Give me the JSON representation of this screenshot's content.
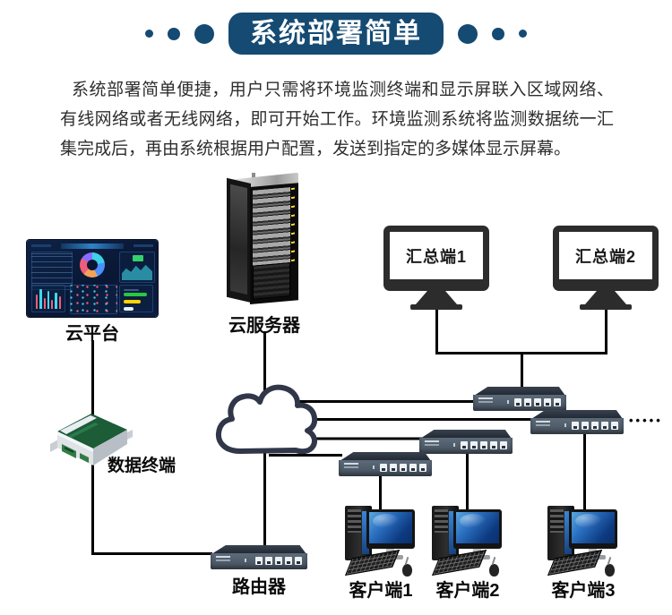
{
  "header": {
    "title": "系统部署简单",
    "accent_color": "#154a72"
  },
  "intro": {
    "text": "系统部署简单便捷，用户只需将环境监测终端和显示屏联入区域网络、有线网络或者无线网络，即可开始工作。环境监测系统将监测数据统一汇集完成后，再由系统根据用户配置，发送到指定的多媒体显示屏幕。"
  },
  "diagram": {
    "nodes": {
      "cloud_platform": {
        "label": "云平台"
      },
      "cloud_server": {
        "label": "云服务器"
      },
      "aggregator1": {
        "label": "汇总端1"
      },
      "aggregator2": {
        "label": "汇总端2"
      },
      "data_terminal": {
        "label": "数据终端"
      },
      "internet_cloud": {
        "label": ""
      },
      "router": {
        "label": "路由器"
      },
      "client1": {
        "label": "客户端1"
      },
      "client2": {
        "label": "客户端2"
      },
      "client3": {
        "label": "客户端3"
      },
      "more_devices": {
        "label": "•••••"
      }
    },
    "edges": [
      [
        "cloud_platform",
        "router"
      ],
      [
        "cloud_server",
        "internet_cloud"
      ],
      [
        "internet_cloud",
        "router"
      ],
      [
        "internet_cloud",
        "lan_switch_1"
      ],
      [
        "internet_cloud",
        "lan_switch_2"
      ],
      [
        "internet_cloud",
        "lan_switch_3"
      ],
      [
        "internet_cloud",
        "lan_switch_4"
      ],
      [
        "aggregator1",
        "lan_switch_1"
      ],
      [
        "aggregator2",
        "lan_switch_1"
      ],
      [
        "lan_switch_4",
        "client1"
      ],
      [
        "lan_switch_3",
        "client2"
      ],
      [
        "lan_switch_2",
        "client3"
      ]
    ],
    "colors": {
      "line": "#000000",
      "cloud_outline": "#313749",
      "switch_body": "#46525f"
    }
  }
}
